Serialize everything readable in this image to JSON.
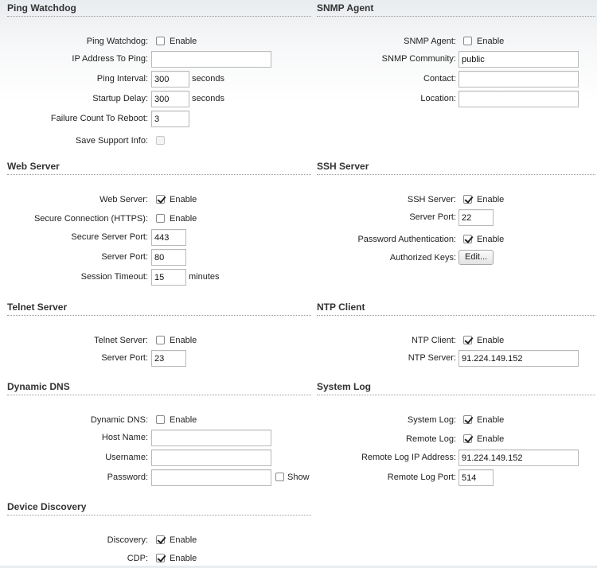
{
  "ping_watchdog": {
    "title": "Ping Watchdog",
    "enable_label": "Ping Watchdog:",
    "enable_option": "Enable",
    "ip_label": "IP Address To Ping:",
    "ip_value": "",
    "interval_label": "Ping Interval:",
    "interval_value": "300",
    "interval_unit": "seconds",
    "startup_label": "Startup Delay:",
    "startup_value": "300",
    "startup_unit": "seconds",
    "failure_label": "Failure Count To Reboot:",
    "failure_value": "3",
    "support_label": "Save Support Info:"
  },
  "snmp_agent": {
    "title": "SNMP Agent",
    "enable_label": "SNMP Agent:",
    "enable_option": "Enable",
    "community_label": "SNMP Community:",
    "community_value": "public",
    "contact_label": "Contact:",
    "contact_value": "",
    "location_label": "Location:",
    "location_value": ""
  },
  "web_server": {
    "title": "Web Server",
    "enable_label": "Web Server:",
    "enable_option": "Enable",
    "https_label": "Secure Connection (HTTPS):",
    "https_option": "Enable",
    "secure_port_label": "Secure Server Port:",
    "secure_port_value": "443",
    "port_label": "Server Port:",
    "port_value": "80",
    "timeout_label": "Session Timeout:",
    "timeout_value": "15",
    "timeout_unit": "minutes"
  },
  "ssh_server": {
    "title": "SSH Server",
    "enable_label": "SSH Server:",
    "enable_option": "Enable",
    "port_label": "Server Port:",
    "port_value": "22",
    "password_auth_label": "Password Authentication:",
    "password_auth_option": "Enable",
    "keys_label": "Authorized Keys:",
    "keys_button": "Edit..."
  },
  "telnet_server": {
    "title": "Telnet Server",
    "enable_label": "Telnet Server:",
    "enable_option": "Enable",
    "port_label": "Server Port:",
    "port_value": "23"
  },
  "ntp_client": {
    "title": "NTP Client",
    "enable_label": "NTP Client:",
    "enable_option": "Enable",
    "server_label": "NTP Server:",
    "server_value": "91.224.149.152"
  },
  "dynamic_dns": {
    "title": "Dynamic DNS",
    "enable_label": "Dynamic DNS:",
    "enable_option": "Enable",
    "host_label": "Host Name:",
    "host_value": "",
    "user_label": "Username:",
    "user_value": "",
    "password_label": "Password:",
    "password_value": "",
    "show_option": "Show"
  },
  "system_log": {
    "title": "System Log",
    "enable_label": "System Log:",
    "enable_option": "Enable",
    "remote_label": "Remote Log:",
    "remote_option": "Enable",
    "remote_ip_label": "Remote Log IP Address:",
    "remote_ip_value": "91.224.149.152",
    "remote_port_label": "Remote Log Port:",
    "remote_port_value": "514"
  },
  "device_discovery": {
    "title": "Device Discovery",
    "discovery_label": "Discovery:",
    "discovery_option": "Enable",
    "cdp_label": "CDP:",
    "cdp_option": "Enable"
  }
}
